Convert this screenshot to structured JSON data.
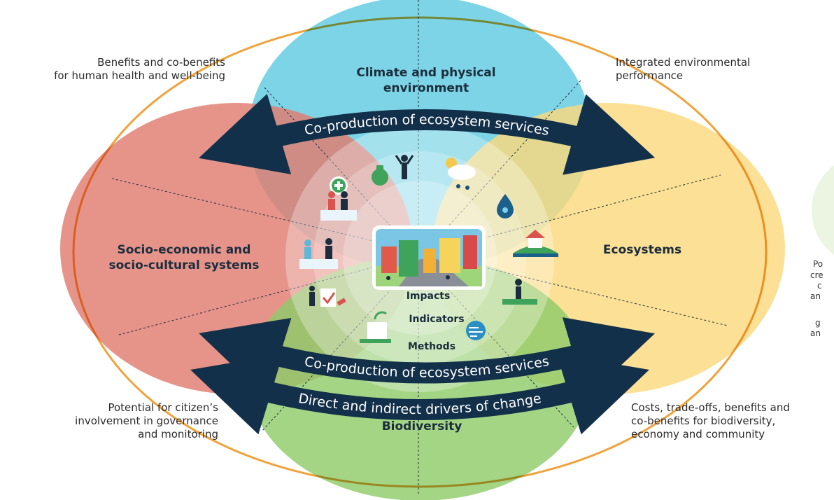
{
  "circles": {
    "climate": {
      "label": [
        "Climate and physical",
        "environment"
      ],
      "color": "#5fcbe0"
    },
    "ecosystems": {
      "label": [
        "Ecosystems"
      ],
      "color": "#fbd97e"
    },
    "socio": {
      "label": [
        "Socio-economic and",
        "socio-cultural systems"
      ],
      "color": "#e07c70"
    },
    "biodiversity": {
      "label": [
        "Biodiversity"
      ],
      "color": "#8fcc6a"
    }
  },
  "center": {
    "labels": [
      "Impacts",
      "Indicators",
      "Methods"
    ]
  },
  "arrows": {
    "top": "Co-production of ecosystem services",
    "bottom1": "Co-production of ecosystem services",
    "bottom2": "Direct and indirect drivers of change",
    "color": "#13304a"
  },
  "corners": {
    "top_left": "Benefits and co-benefits\nfor human health and well-being",
    "top_right": "Integrated environmental\nperformance",
    "bottom_left": "Potential for citizen’s\ninvolvement in governance\nand monitoring",
    "bottom_right": "Costs, trade-offs, benefits and\nco-benefits for biodiversity,\neconomy and community"
  },
  "side_fragments": [
    "Po",
    "cre",
    "c",
    "an",
    "g",
    "an"
  ],
  "icons": [
    "health-cross-icon",
    "people-icon",
    "handshake-icon",
    "checklist-icon",
    "money-bag-icon",
    "person-raising-arms-icon",
    "weather-cloud-icon",
    "water-drop-icon",
    "house-landscape-icon",
    "person-nature-icon",
    "wind-icon",
    "building-recycle-icon",
    "city-scene-icon"
  ],
  "colors": {
    "outer_ring": "#f0a33c",
    "divider": "#1c2d3d"
  }
}
